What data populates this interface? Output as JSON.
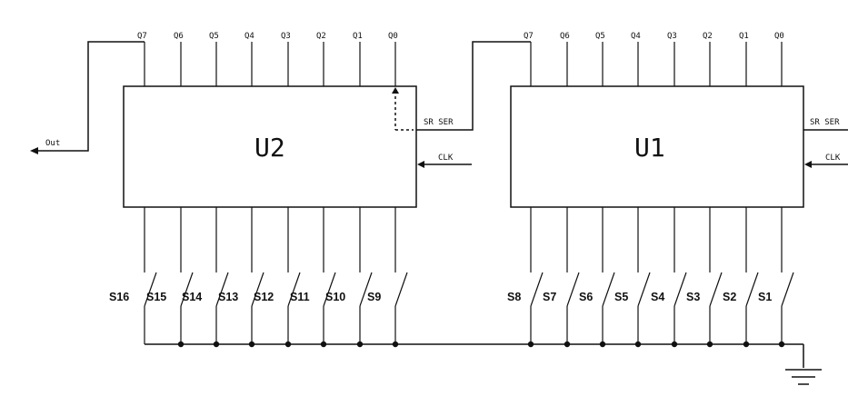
{
  "chips": [
    {
      "name": "U2",
      "pins": [
        "Q7",
        "Q6",
        "Q5",
        "Q4",
        "Q3",
        "Q2",
        "Q1",
        "Q0"
      ],
      "serial_in_label": "SR SER",
      "clock_label": "CLK"
    },
    {
      "name": "U1",
      "pins": [
        "Q7",
        "Q6",
        "Q5",
        "Q4",
        "Q3",
        "Q2",
        "Q1",
        "Q0"
      ],
      "serial_in_label": "SR SER",
      "clock_label": "CLK"
    }
  ],
  "output_label": "Out",
  "switches_u2": [
    "S16",
    "S15",
    "S14",
    "S13",
    "S12",
    "S11",
    "S10",
    "S9"
  ],
  "switches_u1": [
    "S8",
    "S7",
    "S6",
    "S5",
    "S4",
    "S3",
    "S2",
    "S1"
  ],
  "colors": {
    "line": "#111111",
    "background": "#ffffff"
  }
}
